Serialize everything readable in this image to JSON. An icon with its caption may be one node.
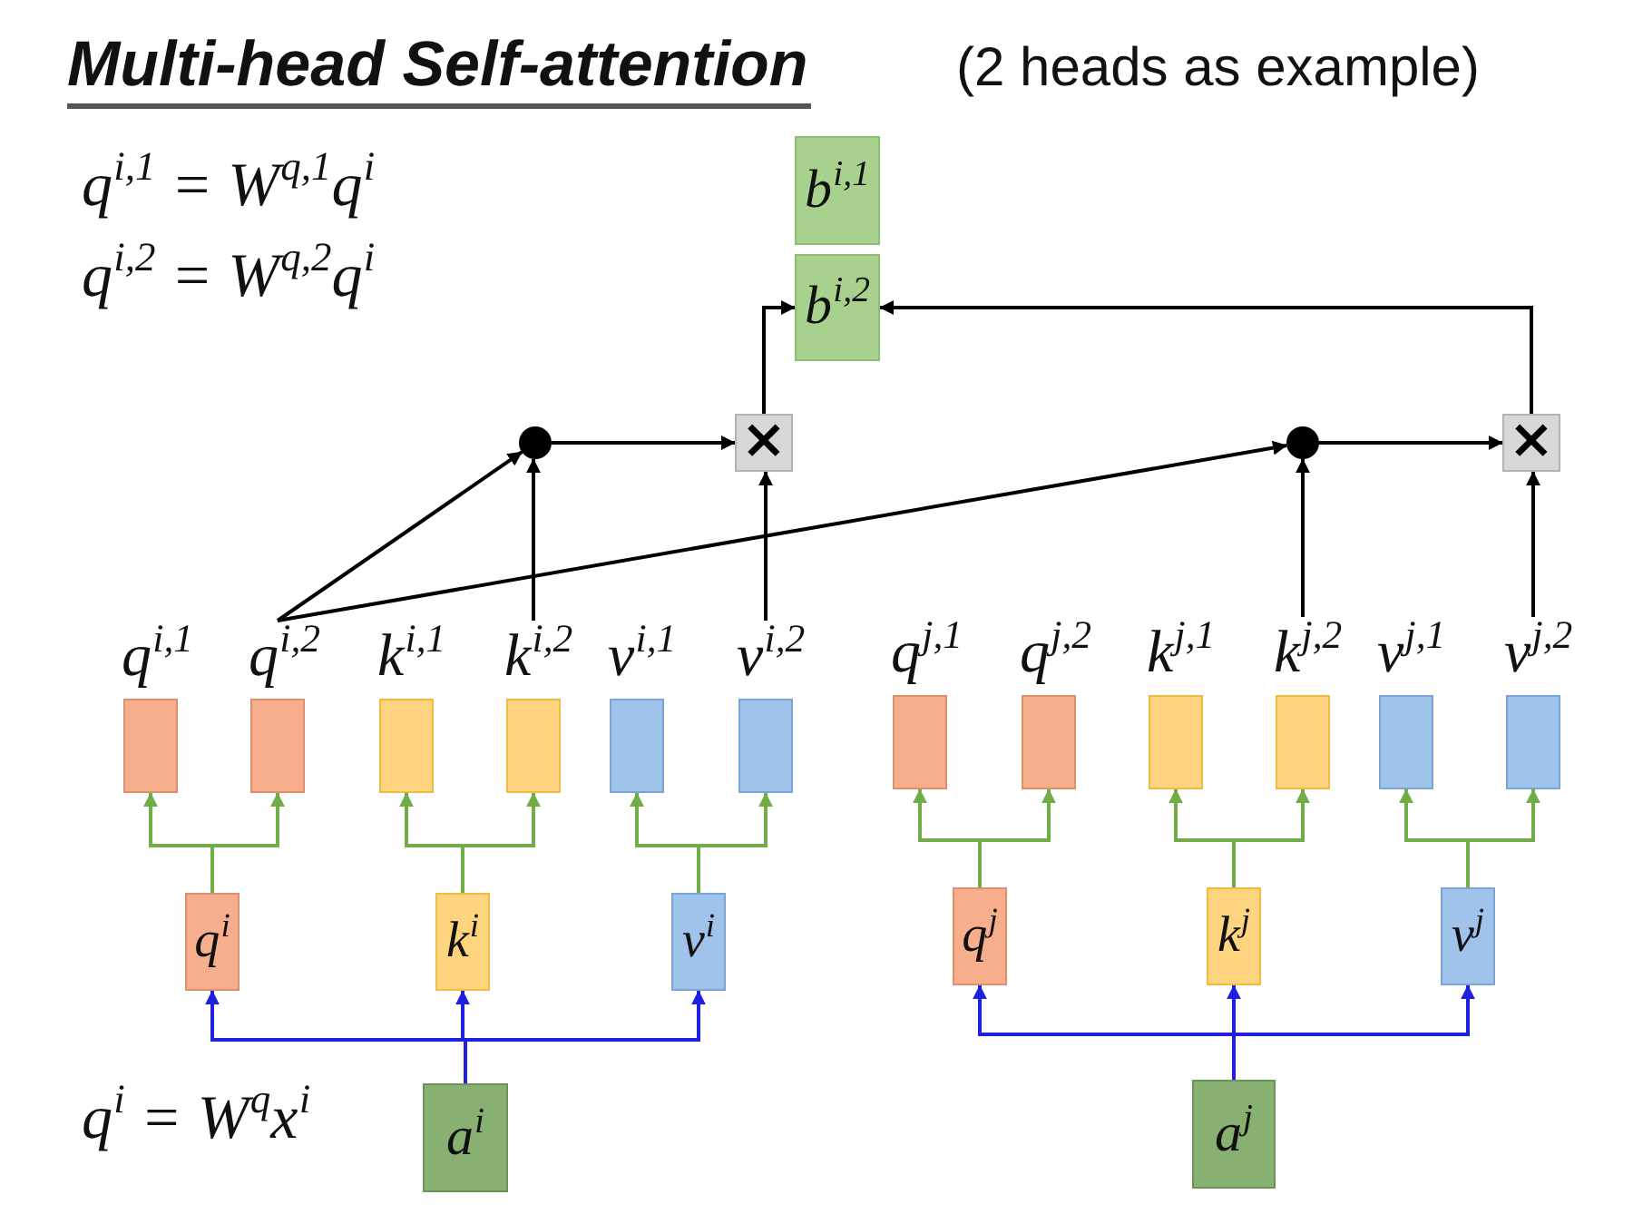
{
  "diagram": {
    "title": "Multi-head Self-attention",
    "nodes": [
      {
        "text": [
          "b$^{i,1}$"
        ]
      },
      {
        "text": [
          "b$^{i,2}$"
        ]
      },
      {
        "text": [],
        "shape": "circle"
      },
      {
        "text": [
          "×"
        ]
      },
      {
        "text": [],
        "shape": "circle"
      },
      {
        "text": [
          "×"
        ]
      },
      {
        "text": [
          "q$^{i,1}$"
        ]
      },
      {
        "text": [
          "q$^{i,2}$"
        ]
      },
      {
        "text": [
          "k$^{i,1}$"
        ]
      },
      {
        "text": [
          "k$^{i,2}$"
        ]
      },
      {
        "text": [
          "v$^{i,1}$"
        ]
      },
      {
        "text": [
          "v$^{i,2}$"
        ]
      },
      {
        "text": [
          "q$^{j,1}$"
        ]
      },
      {
        "text": [
          "q$^{j,2}$"
        ]
      },
      {
        "text": [
          "k$^{j,1}$"
        ]
      },
      {
        "text": [
          "k$^{j,2}$"
        ]
      },
      {
        "text": [
          "v$^{j,1}$"
        ]
      },
      {
        "text": [
          "v$^{j,2}$"
        ]
      },
      {
        "text": [
          "q$^{i}$"
        ]
      },
      {
        "text": [
          "k$^{i}$"
        ]
      },
      {
        "text": [
          "v$^{i}$"
        ]
      },
      {
        "text": [
          "q$^{j}$"
        ]
      },
      {
        "text": [
          "k$^{j}$"
        ]
      },
      {
        "text": [
          "v$^{j}$"
        ]
      },
      {
        "text": [
          "a$^{i}$"
        ]
      },
      {
        "text": [
          "a$^{j}$"
        ]
      }
    ],
    "edges": [
      {
        "from": 24,
        "to": 18,
        "arrow": "to",
        "color": "#1f1fe0"
      },
      {
        "from": 24,
        "to": 19,
        "arrow": "to",
        "color": "#1f1fe0"
      },
      {
        "from": 24,
        "to": 20,
        "arrow": "to",
        "color": "#1f1fe0"
      },
      {
        "from": 25,
        "to": 21,
        "arrow": "to",
        "color": "#1f1fe0"
      },
      {
        "from": 25,
        "to": 22,
        "arrow": "to",
        "color": "#1f1fe0"
      },
      {
        "from": 25,
        "to": 23,
        "arrow": "to",
        "color": "#1f1fe0"
      },
      {
        "from": 18,
        "to": 6,
        "arrow": "to"
      },
      {
        "from": 18,
        "to": 7,
        "arrow": "to"
      },
      {
        "from": 19,
        "to": 8,
        "arrow": "to"
      },
      {
        "from": 19,
        "to": 9,
        "arrow": "to"
      },
      {
        "from": 20,
        "to": 10,
        "arrow": "to"
      },
      {
        "from": 20,
        "to": 11,
        "arrow": "to"
      },
      {
        "from": 21,
        "to": 12,
        "arrow": "to"
      },
      {
        "from": 21,
        "to": 13,
        "arrow": "to"
      },
      {
        "from": 22,
        "to": 14,
        "arrow": "to"
      },
      {
        "from": 22,
        "to": 15,
        "arrow": "to"
      },
      {
        "from": 23,
        "to": 16,
        "arrow": "to"
      },
      {
        "from": 23,
        "to": 17,
        "arrow": "to"
      },
      {
        "from": 7,
        "to": 2,
        "arrow": "to",
        "color": "#000000"
      },
      {
        "from": 9,
        "to": 2,
        "arrow": "to",
        "color": "#000000"
      },
      {
        "from": 7,
        "to": 4,
        "arrow": "to",
        "color": "#000000"
      },
      {
        "from": 15,
        "to": 4,
        "arrow": "to",
        "color": "#000000"
      },
      {
        "from": 2,
        "to": 3,
        "arrow": "to",
        "color": "#000000"
      },
      {
        "from": 11,
        "to": 3,
        "arrow": "to",
        "color": "#000000"
      },
      {
        "from": 4,
        "to": 5,
        "arrow": "to",
        "color": "#000000"
      },
      {
        "from": 17,
        "to": 5,
        "arrow": "to",
        "color": "#000000"
      },
      {
        "from": 3,
        "to": 1,
        "arrow": "to",
        "color": "#000000"
      },
      {
        "from": 5,
        "to": 1,
        "arrow": "to",
        "color": "#000000"
      }
    ],
    "labels": [
      "(2 heads as example)",
      "q$^{i,1}$ = W$^{q,1}$q$^{i}$",
      "q$^{i,2}$ = W$^{q,2}$q$^{i}$",
      "q$^{i}$ = W$^{q}$x$^{i}$"
    ]
  }
}
